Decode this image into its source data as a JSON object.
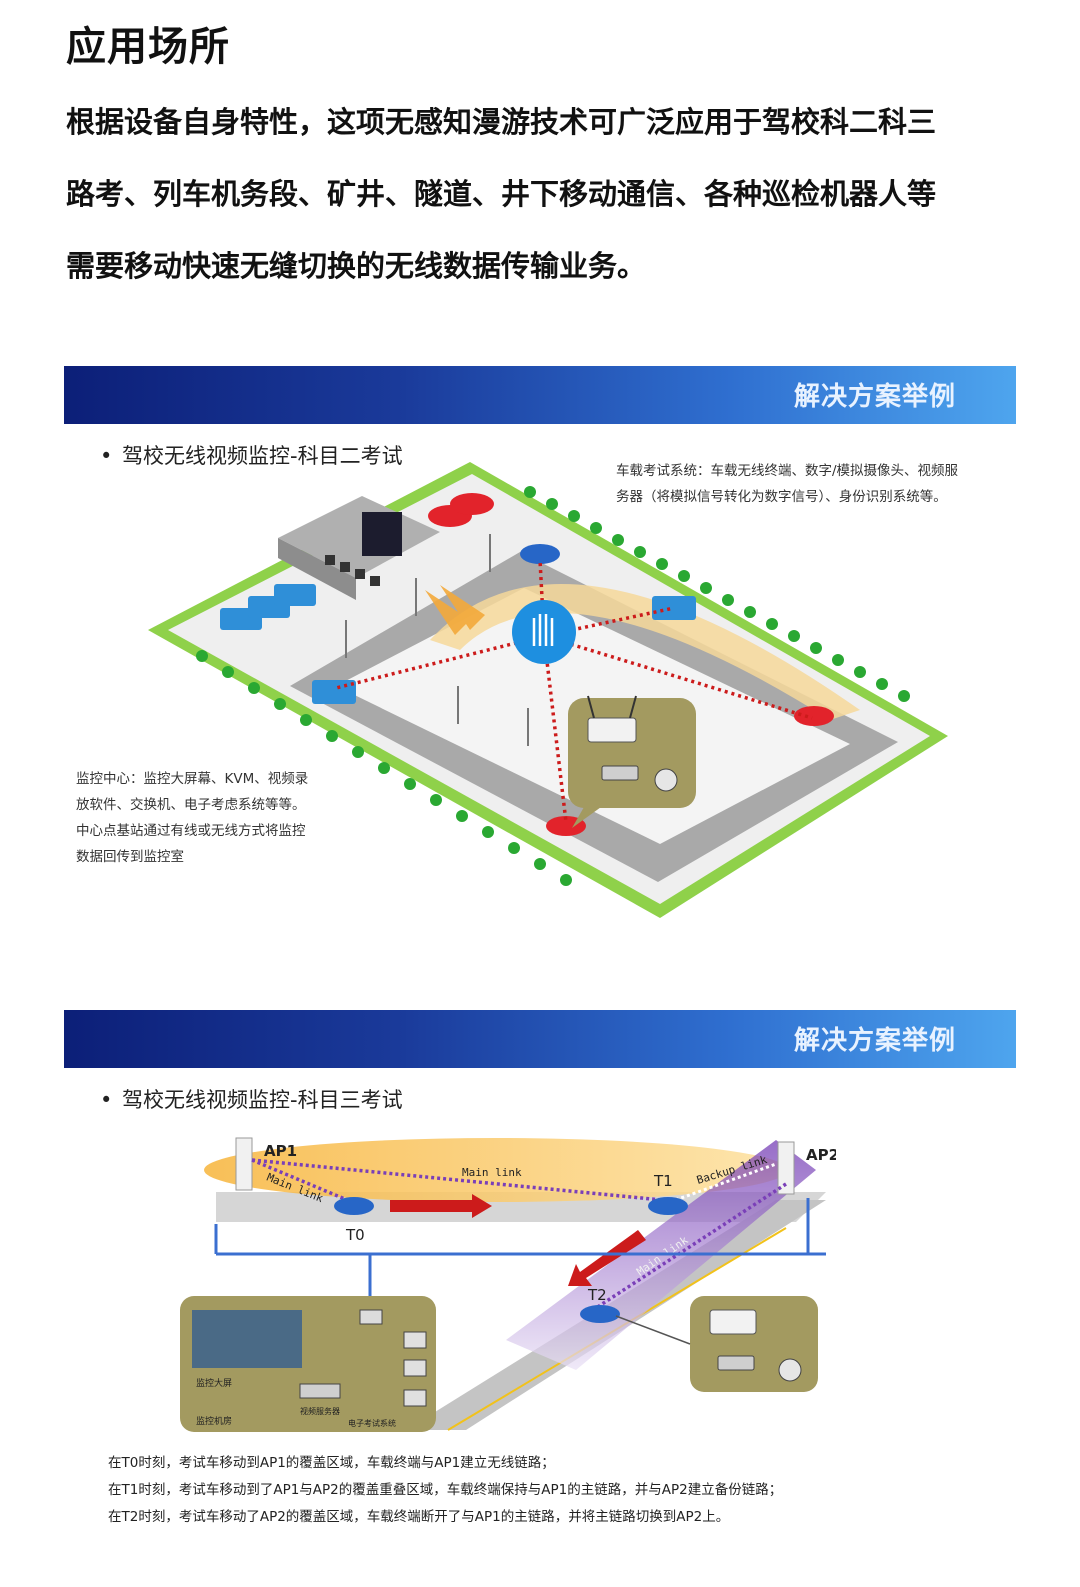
{
  "page_title": "应用场所",
  "intro": {
    "lines": [
      "根据设备自身特性，这项无感知漫游技术可广泛应用于驾校科二科三",
      "路考、列车机务段、矿井、隧道、井下移动通信、各种巡检机器人等",
      "需要移动快速无缝切换的无线数据传输业务。"
    ]
  },
  "slide1": {
    "banner_title": "解决方案举例",
    "bullet": "驾校无线视频监控-科目二考试",
    "vehicle_note": [
      "车载考试系统：车载无线终端、数字/模拟摄像头、视频服",
      "务器（将模拟信号转化为数字信号）、身份识别系统等。"
    ],
    "center_note": [
      "监控中心：监控大屏幕、KVM、视频录",
      "放软件、交换机、电子考虑系统等等。",
      "中心点基站通过有线或无线方式将监控",
      "数据回传到监控室"
    ]
  },
  "slide2": {
    "banner_title": "解决方案举例",
    "bullet": "驾校无线视频监控-科目三考试",
    "labels": {
      "ap1": "AP1",
      "ap2": "AP2",
      "t0": "T0",
      "t1": "T1",
      "t2": "T2",
      "main_link_1": "Main link",
      "main_link_2": "Main link",
      "main_link_3": "Main link",
      "backup_link": "Backup link",
      "wall_screen": "监控大屏",
      "monitor_room": "监控机房",
      "video_server": "视频服务器",
      "exam_system": "电子考试系统"
    },
    "steps": [
      "在T0时刻，考试车移动到AP1的覆盖区域，车载终端与AP1建立无线链路；",
      "在T1时刻，考试车移动到了AP1与AP2的覆盖重叠区域，车载终端保持与AP1的主链路，并与AP2建立备份链路；",
      "在T2时刻，考试车移动了AP2的覆盖区域，车载终端断开了与AP1的主链路，并将主链路切换到AP2上。"
    ]
  },
  "colors": {
    "banner_dark": "#0c1f78",
    "banner_light": "#4ea5ee",
    "link_red": "#cc1b1b",
    "link_purple": "#7a3fb8",
    "grass": "#8fd14a",
    "panel_olive": "#a39a60"
  }
}
